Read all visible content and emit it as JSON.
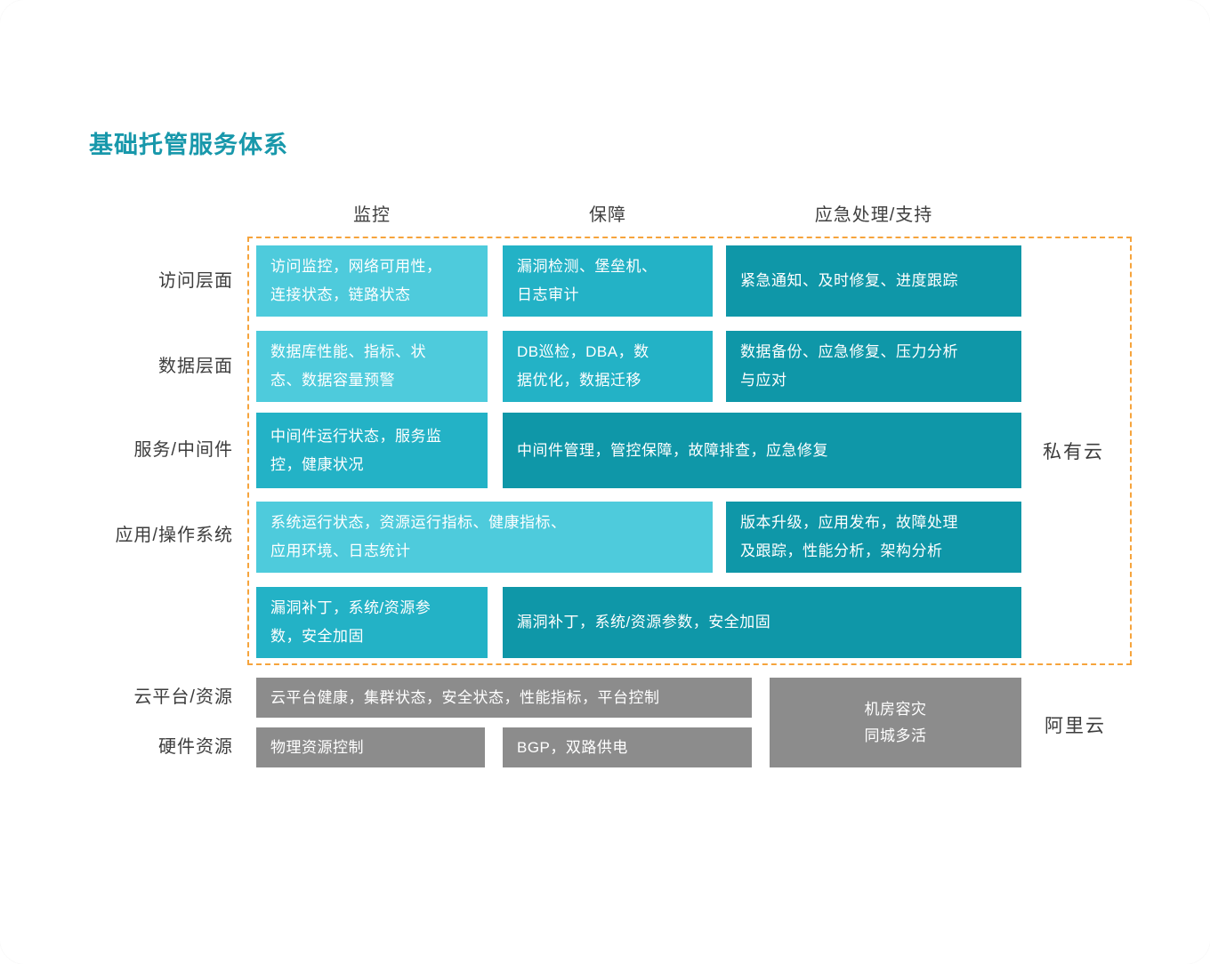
{
  "title": "基础托管服务体系",
  "column_headers": [
    "监控",
    "保障",
    "应急处理/支持"
  ],
  "row_labels": [
    "访问层面",
    "数据层面",
    "服务/中间件",
    "应用/操作系统",
    "云平台/资源",
    "硬件资源"
  ],
  "zone_labels": {
    "private_cloud": "私有云",
    "ali_cloud": "阿里云"
  },
  "cells": {
    "access_monitoring": "访问监控，网络可用性，\n连接状态，链路状态",
    "access_guarantee": "漏洞检测、堡垒机、\n日志审计",
    "access_emergency": "紧急通知、及时修复、进度跟踪",
    "data_monitoring": "数据库性能、指标、状\n态、数据容量预警",
    "data_guarantee": "DB巡检，DBA，数\n据优化，数据迁移",
    "data_emergency": "数据备份、应急修复、压力分析\n与应对",
    "middleware_monitoring": "中间件运行状态，服务监\n控，健康状况",
    "middleware_span": "中间件管理，管控保障，故障排查，应急修复",
    "appos_monitoring": "系统运行状态，资源运行指标、健康指标、\n应用环境、日志统计",
    "appos_emergency": "版本升级，应用发布，故障处理\n及跟踪，性能分析，架构分析",
    "patch_monitoring": "漏洞补丁，系统/资源参\n数，安全加固",
    "patch_span": "漏洞补丁，系统/资源参数，安全加固",
    "cloud_platform": "云平台健康，集群状态，安全状态，性能指标，平台控制",
    "datacenter": "机房容灾\n同城多活",
    "hardware_control": "物理资源控制",
    "hardware_power": "BGP，双路供电"
  },
  "colors": {
    "teal_light": "#4ECBDC",
    "teal_mid": "#23B2C6",
    "teal_dark": "#0F97A8",
    "gray": "#8C8C8C",
    "orange": "#F6A43C",
    "title": "#1898AB",
    "text": "#3D3D3D"
  }
}
